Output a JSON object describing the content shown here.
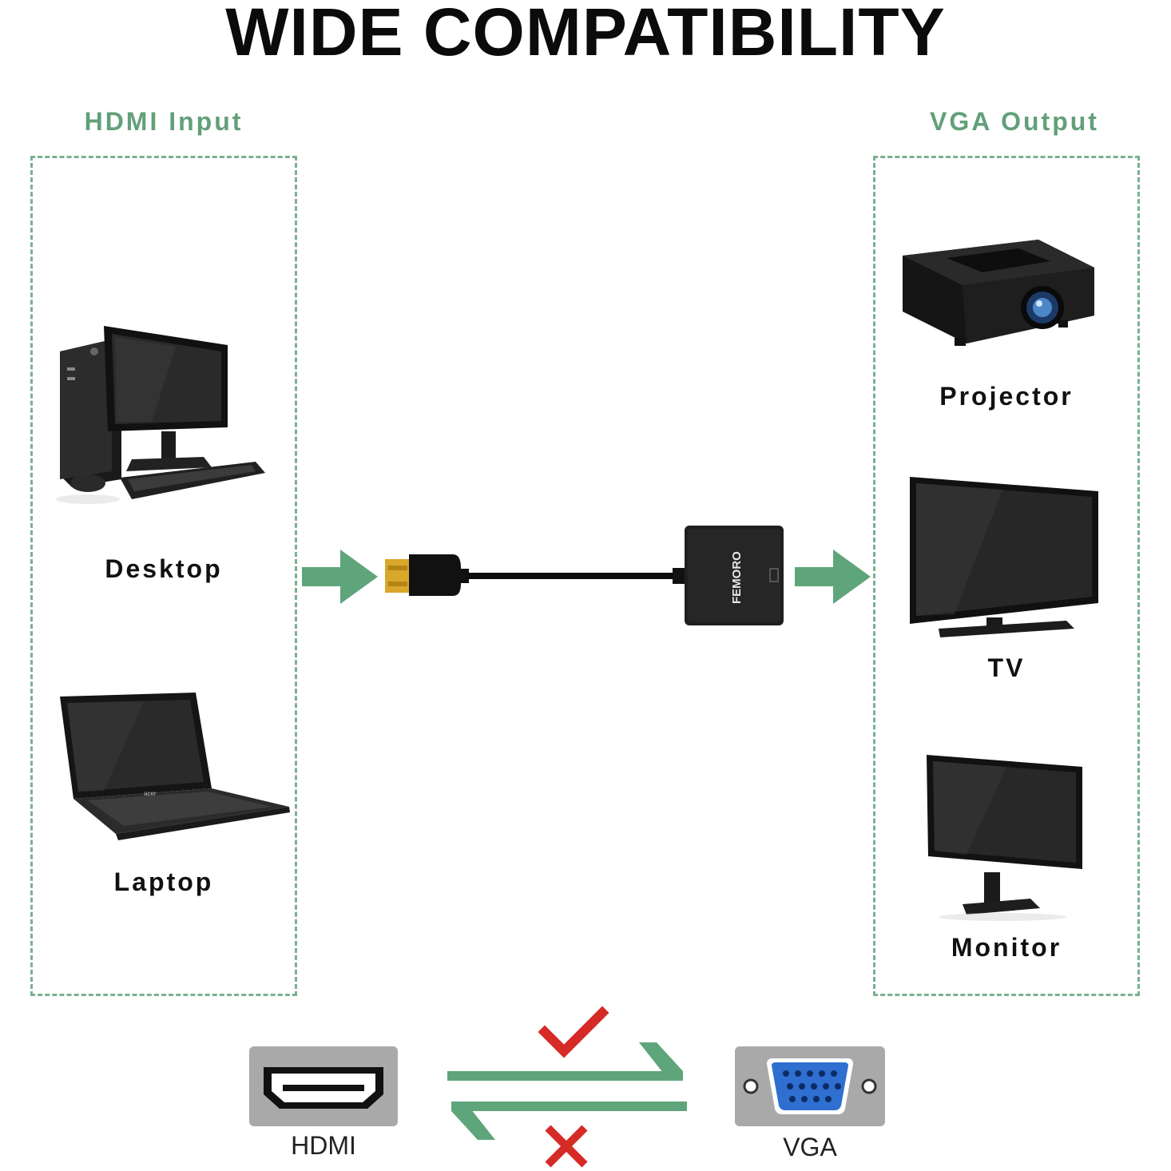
{
  "title": "WIDE COMPATIBILITY",
  "input_group": {
    "label": "HDMI Input",
    "devices": [
      {
        "label": "Desktop",
        "icon": "desktop-computer-icon"
      },
      {
        "label": "Laptop",
        "icon": "laptop-icon"
      }
    ]
  },
  "output_group": {
    "label": "VGA Output",
    "devices": [
      {
        "label": "Projector",
        "icon": "projector-icon"
      },
      {
        "label": "TV",
        "icon": "tv-icon"
      },
      {
        "label": "Monitor",
        "icon": "monitor-icon"
      }
    ]
  },
  "adapter": {
    "brand": "FEMORO",
    "icon": "hdmi-to-vga-adapter-icon"
  },
  "direction_legend": {
    "hdmi_label": "HDMI",
    "vga_label": "VGA",
    "supported_icon": "checkmark-icon",
    "unsupported_icon": "cross-icon"
  },
  "colors": {
    "accent_green": "#62a07a",
    "arrow_green": "#5fa57b",
    "dash_green": "#7ab08f",
    "check_red": "#d62a26",
    "vga_blue": "#2e6fd0",
    "gold": "#d9a72a"
  }
}
